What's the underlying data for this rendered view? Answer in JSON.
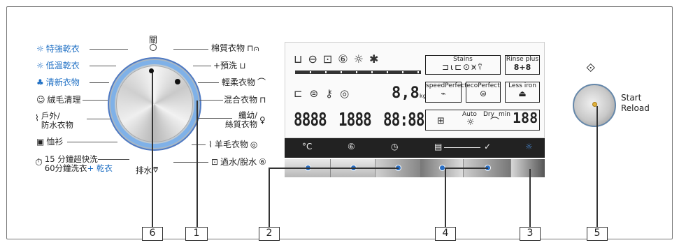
{
  "programs_left": [
    {
      "label": "特強乾衣",
      "icon": "sun-icon",
      "blue": true
    },
    {
      "label": "低溫乾衣",
      "icon": "low-sun-icon",
      "blue": true
    },
    {
      "label": "清新衣物",
      "icon": "refresh-icon",
      "blue": true
    },
    {
      "label": "絨毛清理",
      "icon": "lint-icon",
      "blue": false
    },
    {
      "label": "戶外/",
      "label2": "防水衣物",
      "icon": "outdoor-icon",
      "blue": false
    },
    {
      "label": "恤衫",
      "icon": "shirt-icon",
      "blue": false
    },
    {
      "label": "15 分鐘超快洗",
      "label2": "60分鐘洗衣",
      "label2_blue": "+ 乾衣",
      "icon": "timer-icon",
      "blue": false
    }
  ],
  "programs_right": [
    {
      "label": "棉質衣物"
    },
    {
      "label": "+預洗"
    },
    {
      "label": "輕柔衣物"
    },
    {
      "label": "混合衣物"
    },
    {
      "label": "纖幼/",
      "label2": "絲質衣物"
    },
    {
      "label": "羊毛衣物"
    },
    {
      "label": "過水/脫水"
    }
  ],
  "knob": {
    "off_label": "關",
    "drain_label": "排水"
  },
  "display": {
    "kg_value": "8,8",
    "kg_unit": "kg",
    "digits_1": "8888",
    "digits_2": "1888",
    "digits_3": "88:88",
    "digits_4": "188",
    "stains_label": "Stains",
    "rinse_plus_label": "Rinse plus",
    "rinse_plus_value": "8+8",
    "speed_perfect_label": "speedPerfect",
    "eco_perfect_label": "ecoPerfect",
    "less_iron_label": "Less iron",
    "auto_label": "Auto",
    "dry_label": "Dry",
    "min_label": "min"
  },
  "keys": {
    "temp_label": "°C",
    "check_label": "✓"
  },
  "start": {
    "label_1": "Start",
    "label_2": "Reload"
  },
  "callouts": [
    "6",
    "1",
    "2",
    "4",
    "3",
    "5"
  ],
  "accent_color": "#1e6fc4"
}
